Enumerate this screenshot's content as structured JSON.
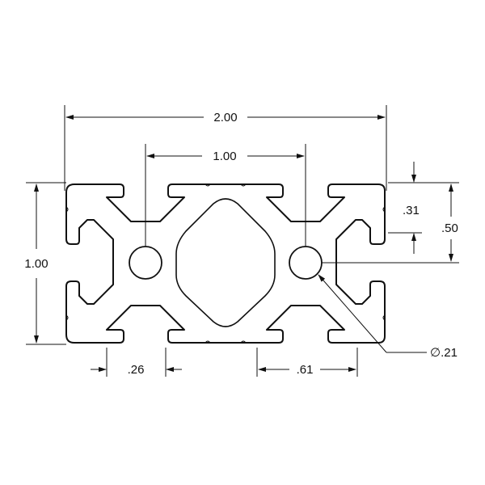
{
  "drawing": {
    "dimensions": {
      "overall_width": "2.00",
      "hole_spacing": "1.00",
      "overall_height": "1.00",
      "slot_offset": ".31",
      "center_height": ".50",
      "slot_opening": ".26",
      "slot_width": ".61",
      "hole_diameter": "∅.21"
    }
  }
}
